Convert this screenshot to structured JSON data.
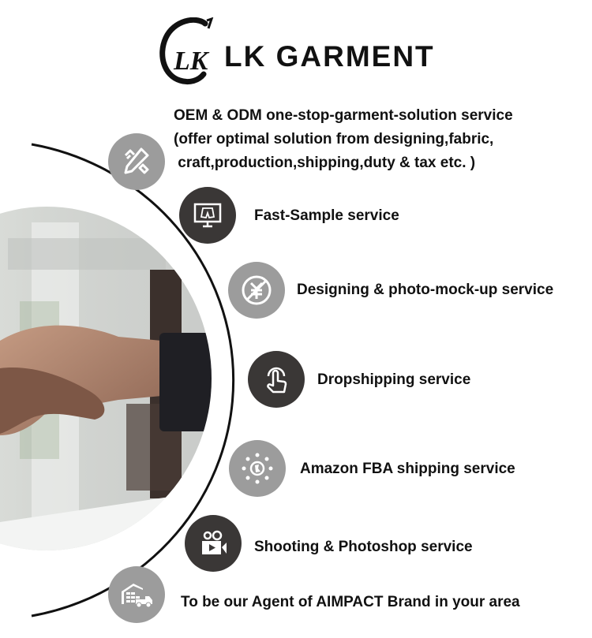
{
  "brand": {
    "logo_monogram": "LK",
    "name": "LK GARMENT"
  },
  "colors": {
    "icon_gray": "#9c9c9c",
    "icon_dark": "#3a3736",
    "arc_line": "#111111",
    "text": "#111111"
  },
  "services": [
    {
      "icon": "pencil-ruler-icon",
      "style": "gray",
      "lines": [
        "OEM & ODM one-stop-garment-solution service",
        "(offer optimal solution from designing,fabric,",
        " craft,production,shipping,duty & tax etc. )"
      ]
    },
    {
      "icon": "monitor-shorts-icon",
      "style": "dark",
      "label": "Fast-Sample service"
    },
    {
      "icon": "no-yen-icon",
      "style": "gray",
      "label": "Designing & photo-mock-up service"
    },
    {
      "icon": "tap-hand-icon",
      "style": "dark",
      "label": "Dropshipping service"
    },
    {
      "icon": "globe-network-icon",
      "style": "gray",
      "label": "Amazon FBA shipping service"
    },
    {
      "icon": "video-camera-icon",
      "style": "dark",
      "label": "Shooting & Photoshop service"
    },
    {
      "icon": "warehouse-truck-icon",
      "style": "gray",
      "label": "To be our Agent of AIMPACT Brand in your area"
    }
  ],
  "photo": {
    "subject": "handshake-photo"
  }
}
